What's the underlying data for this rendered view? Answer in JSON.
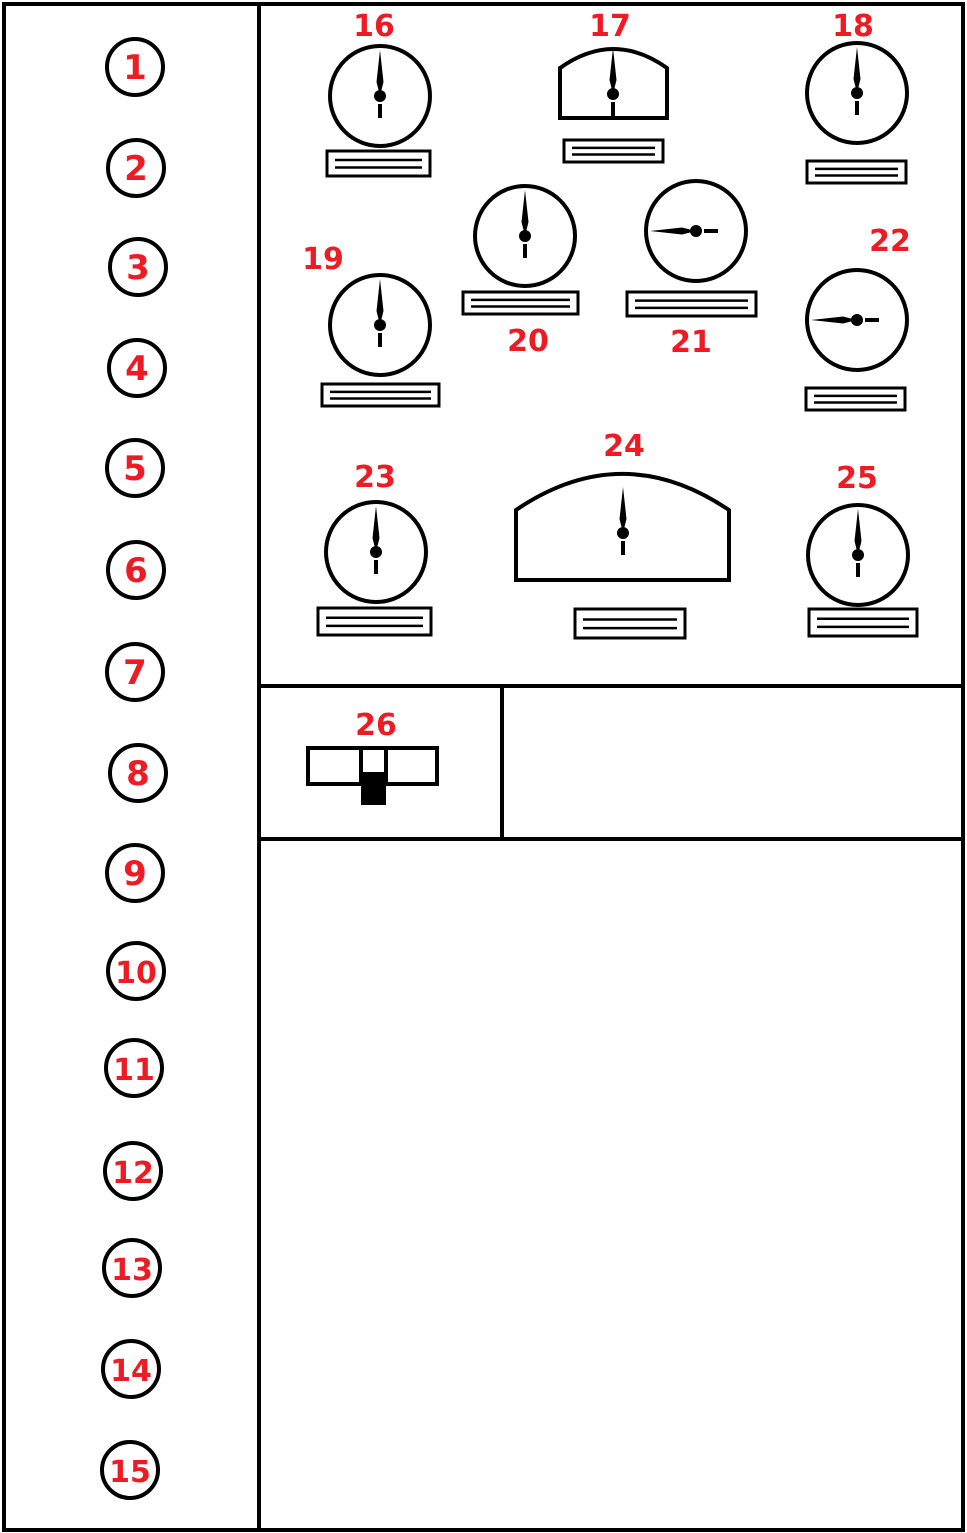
{
  "colors": {
    "line": "#000000",
    "label": "#ed1c24",
    "background": "#ffffff"
  },
  "left_panel": {
    "markers": [
      "1",
      "2",
      "3",
      "4",
      "5",
      "6",
      "7",
      "8",
      "9",
      "10",
      "11",
      "12",
      "13",
      "14",
      "15"
    ]
  },
  "gauge_panel": {
    "gauges": [
      {
        "label": "16",
        "shape": "round",
        "needle": "up"
      },
      {
        "label": "17",
        "shape": "arched",
        "needle": "up"
      },
      {
        "label": "18",
        "shape": "round",
        "needle": "up"
      },
      {
        "label": "19",
        "shape": "round",
        "needle": "up"
      },
      {
        "label": "20",
        "shape": "round",
        "needle": "up"
      },
      {
        "label": "21",
        "shape": "round",
        "needle": "left"
      },
      {
        "label": "22",
        "shape": "round",
        "needle": "left"
      },
      {
        "label": "23",
        "shape": "round",
        "needle": "up"
      },
      {
        "label": "24",
        "shape": "arched",
        "needle": "up"
      },
      {
        "label": "25",
        "shape": "round",
        "needle": "up"
      }
    ]
  },
  "indicator_panel": {
    "label": "26"
  }
}
